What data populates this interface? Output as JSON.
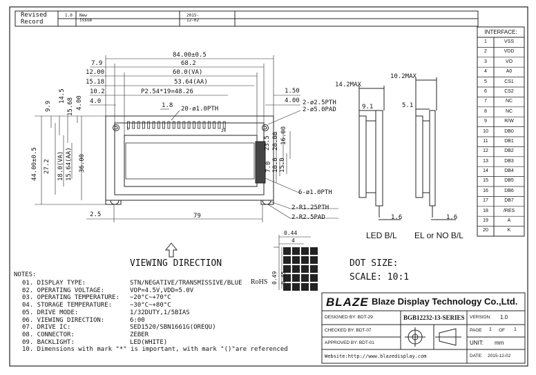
{
  "revision": {
    "label_line1": "Revised",
    "label_line2": "Record",
    "version": "1.0",
    "description": "New issue",
    "date": "2015-12-02"
  },
  "interface": {
    "title": "INTERFACE:",
    "pins": [
      {
        "n": "1",
        "s": "VSS"
      },
      {
        "n": "2",
        "s": "VDD"
      },
      {
        "n": "3",
        "s": "VO"
      },
      {
        "n": "4",
        "s": "A0"
      },
      {
        "n": "5",
        "s": "CS1"
      },
      {
        "n": "6",
        "s": "CS2"
      },
      {
        "n": "7",
        "s": "NC"
      },
      {
        "n": "8",
        "s": "NC"
      },
      {
        "n": "9",
        "s": "R/W"
      },
      {
        "n": "10",
        "s": "DB0"
      },
      {
        "n": "11",
        "s": "DB1"
      },
      {
        "n": "12",
        "s": "DB2"
      },
      {
        "n": "13",
        "s": "DB3"
      },
      {
        "n": "14",
        "s": "DB4"
      },
      {
        "n": "15",
        "s": "DB5"
      },
      {
        "n": "16",
        "s": "DB6"
      },
      {
        "n": "17",
        "s": "DB7"
      },
      {
        "n": "18",
        "s": "/RES"
      },
      {
        "n": "19",
        "s": "A"
      },
      {
        "n": "20",
        "s": "K"
      }
    ]
  },
  "front_view": {
    "dims_top": [
      "84.00±0.5",
      "68.2",
      "60.0(VA)",
      "53.64(AA)",
      "P2.54*19=48.26",
      "1.8",
      "20-ø1.0PTH"
    ],
    "dims_left_top": [
      "7.9",
      "12.00",
      "15.18",
      "10.2",
      "4.0"
    ],
    "dims_vertical_left": [
      "9.9",
      "14.5",
      "15.68",
      "4.00"
    ],
    "dims_vertical_main": [
      "44.00±0.5",
      "27.2",
      "18.0(VA)",
      "15.64(AA)",
      "36.00"
    ],
    "dims_right": [
      "1.50",
      "4.00",
      "2-ø2.5PTH",
      "2-ø5.0PAD",
      "23.5",
      "20.00",
      "16.00",
      "7.0",
      "10.0",
      "15.0",
      "6-ø1.0PTH",
      "2-R1.25PTH",
      "2-R2.5PAD"
    ],
    "dims_bottom": [
      "2.5",
      "79"
    ],
    "pin_first": "1",
    "pin_last": "20"
  },
  "side_views": {
    "led_depth": "14.2MAX",
    "led_dim": "9.1",
    "led_bottom": "1.6",
    "led_label": "LED B/L",
    "el_depth": "10.2MAX",
    "el_dim": "5.1",
    "el_bottom": "1.6",
    "el_label": "EL or NO B/L"
  },
  "dot": {
    "w1": "0.44",
    "w2": "4",
    "h1": "0.49",
    "h2": "0.45",
    "size_label": "DOT SIZE:",
    "scale_label": "SCALE: 10:1"
  },
  "viewing_direction": "VIEWING DIRECTION",
  "notes": {
    "title": "NOTES:",
    "items": [
      {
        "k": "01. DISPLAY TYPE:",
        "v": "STN/NEGATIVE/TRANSMISSIVE/BLUE"
      },
      {
        "k": "02. OPERATING VOLTAGE:",
        "v": "VOP=4.5V,VDD=5.0V"
      },
      {
        "k": "03. OPERATING TEMPERATURE:",
        "v": "−20°C~+70°C"
      },
      {
        "k": "04. STORAGE TEMPERATURE:",
        "v": "−30°C~+80°C"
      },
      {
        "k": "05. DRIVE MODE:",
        "v": "1/32DUTY,1/5BIAS"
      },
      {
        "k": "06. VIEWING DIRECTION:",
        "v": "6:00"
      },
      {
        "k": "07. DRIVE IC:",
        "v": "SED1520/SBN1661G(OREQU)"
      },
      {
        "k": "08. CONNECTOR:",
        "v": "ZEBER"
      },
      {
        "k": "09. BACKLIGHT:",
        "v": "LED(WHITE)"
      }
    ],
    "rohs": "RoHS",
    "note10": "10. Dimensions with mark \"*\" is important, with mark \"()\"are referenced"
  },
  "title_block": {
    "logo": "BLAZE",
    "company": "Blaze Display Technology Co.,Ltd.",
    "designed_by": "DESIGNED BY: BDT-29",
    "checked_by": "CHECKED BY: BDT-07",
    "approved_by": "APPROVED BY: BDT-01",
    "part_number": "BGB12232-13-SERIES",
    "version_label": "VERSION:",
    "version": "1.0",
    "page_label": "PAGE",
    "page": "1",
    "of_label": "OF",
    "of": "1",
    "unit_label": "UNIT:",
    "unit": "mm",
    "website": "Website:http://www.blazedisplay.com",
    "date_label": "DATE:",
    "date": "2015-12-02"
  }
}
